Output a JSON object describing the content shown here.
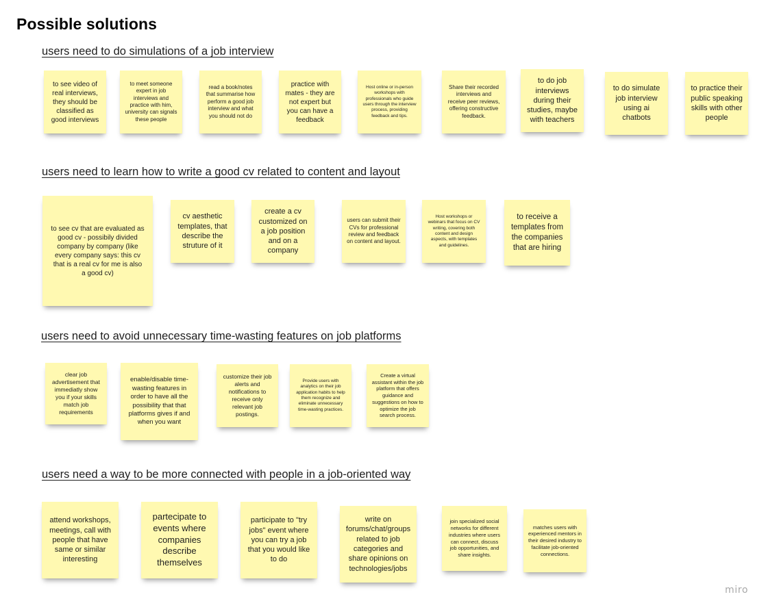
{
  "board": {
    "title": "Possible solutions",
    "watermark": "miro"
  },
  "sections": [
    {
      "heading": "users need to do simulations of a job interview",
      "notes": [
        "to see video of real interviews, they should be classified as good interviews",
        "to meet someone expert in job interviews and practice with him, university can signals these people",
        "read a book/notes that summarise how perform a good job interview and what you should not do",
        "practice with mates - they are not expert but you can have a feedback",
        "Host online or in-person workshops with professionals who guide users through the interview process, providing feedback and tips.",
        "Share their recorded interviews and receive peer reviews, offering constructive feedback.",
        "to do job interviews during their studies, maybe with teachers",
        "to do simulate job interview using ai chatbots",
        "to practice their public speaking skills with other people"
      ]
    },
    {
      "heading": "users need to learn how to write a good cv related to content and layout",
      "notes": [
        "to see cv that are evaluated as good cv - possibily divided company by company (like every company says: this cv that is a real cv for me is also a good cv)",
        "cv aesthetic templates, that describe the struture of it",
        "create a cv customized on a job position and on a company",
        "users can submit their CVs for professional review and feedback on content and layout.",
        "Host workshops or webinars that focus on CV writing, covering both content and design aspects, with templates and guidelines.",
        "to receive a templates from the companies that are hiring"
      ]
    },
    {
      "heading": "users need to avoid unnecessary time-wasting features on job platforms",
      "notes": [
        "clear job advertisement that immediatly show you if your skills match job requirements",
        "enable/disable time-wasting features in order to have all the possibility that that platforms gives if and when you want",
        "customize their job alerts and notifications to receive only relevant job postings.",
        "Provide users with analytics on their job application habits to help them recognize and eliminate unnecessary time-wasting practices.",
        "Create a virtual assistant within the job platform that offers guidance and suggestions on how to optimize the job search process."
      ]
    },
    {
      "heading": "users need a way to be more connected with people in a job-oriented way",
      "notes": [
        "attend workshops, meetings, call with people that have same or similar interesting",
        "partecipate to events where companies describe themselves",
        "participate to \"try jobs\" event where you can try a job that you would like to do",
        "write on forums/chat/groups related to job categories and share opinions on technologies/jobs",
        "join specialized social networks for different industries where users can connect, discuss job opportunities, and share insights.",
        "matches users with experienced mentors in their desired industry to facilitate job-oriented connections."
      ]
    }
  ]
}
